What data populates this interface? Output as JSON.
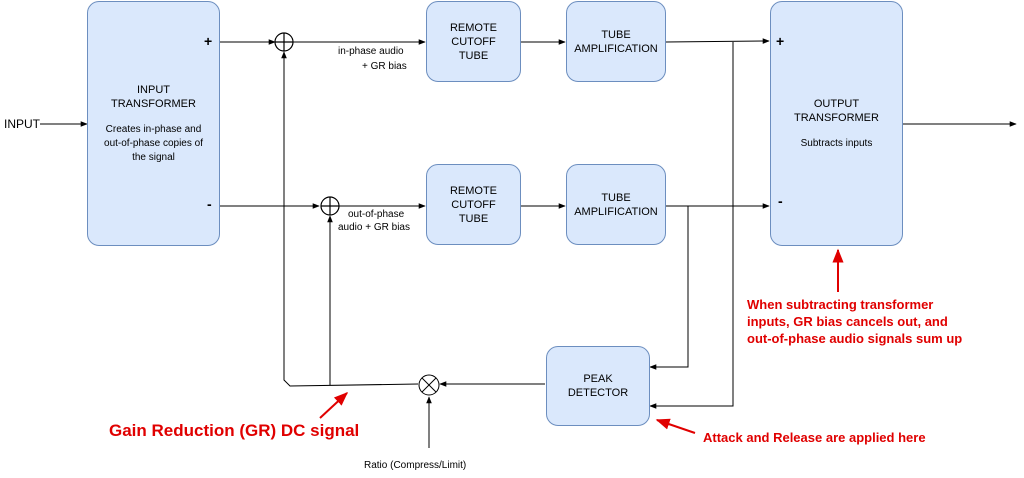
{
  "input_label": "INPUT",
  "blocks": {
    "input_transformer": {
      "title": "INPUT TRANSFORMER",
      "subtitle": "Creates in-phase and out-of-phase copies of the signal"
    },
    "remote_tube_top": {
      "title": "REMOTE CUTOFF TUBE"
    },
    "tube_amp_top": {
      "title": "TUBE AMPLIFICATION"
    },
    "remote_tube_bottom": {
      "title": "REMOTE CUTOFF TUBE"
    },
    "tube_amp_bottom": {
      "title": "TUBE AMPLIFICATION"
    },
    "output_transformer": {
      "title": "OUTPUT TRANSFORMER",
      "subtitle": "Subtracts inputs"
    },
    "peak_detector": {
      "title": "PEAK DETECTOR"
    }
  },
  "signs": {
    "plus": "+",
    "minus": "-"
  },
  "labels": {
    "top_path_line1": "in-phase audio",
    "top_path_line2": "+ GR bias",
    "bottom_path_line1": "out-of-phase",
    "bottom_path_line2": "audio + GR bias",
    "ratio": "Ratio (Compress/Limit)"
  },
  "annotations": {
    "gr_signal": "Gain Reduction (GR) DC signal",
    "attack_release": "Attack and Release are applied here",
    "subtract_note": [
      "When subtracting transformer",
      "inputs, GR bias cancels out, and",
      "out-of-phase audio signals sum up"
    ]
  },
  "colors": {
    "block_fill": "#dae8fc",
    "block_stroke": "#6c8ebf",
    "annotation": "#e00000",
    "line": "#000000"
  }
}
